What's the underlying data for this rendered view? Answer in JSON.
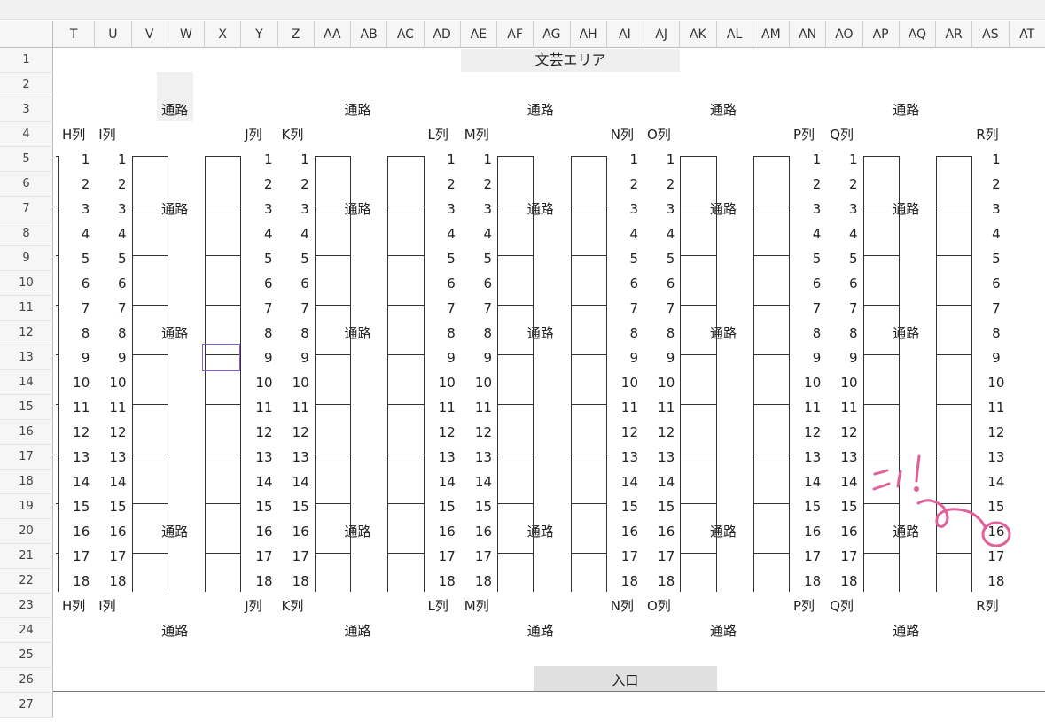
{
  "columns": [
    "T",
    "U",
    "V",
    "W",
    "X",
    "Y",
    "Z",
    "AA",
    "AB",
    "AC",
    "AD",
    "AE",
    "AF",
    "AG",
    "AH",
    "AI",
    "AJ",
    "AK",
    "AL",
    "AM",
    "AN",
    "AO",
    "AP",
    "AQ",
    "AR",
    "AS",
    "AT"
  ],
  "rows": [
    "1",
    "2",
    "3",
    "4",
    "5",
    "6",
    "7",
    "8",
    "9",
    "10",
    "11",
    "12",
    "13",
    "14",
    "15",
    "16",
    "17",
    "18",
    "19",
    "20",
    "21",
    "22",
    "23",
    "24",
    "25",
    "26",
    "27"
  ],
  "banner_top": "文芸エリア",
  "banner_bottom": "入口",
  "aisle_label": "通路",
  "row_labels": [
    "H列",
    "I列",
    "J列",
    "K列",
    "L列",
    "M列",
    "N列",
    "O列",
    "P列",
    "Q列",
    "R列"
  ],
  "seat_numbers": [
    "1",
    "2",
    "3",
    "4",
    "5",
    "6",
    "7",
    "8",
    "9",
    "10",
    "11",
    "12",
    "13",
    "14",
    "15",
    "16",
    "17",
    "18"
  ],
  "colors": {
    "ink": "#e0609a",
    "selection": "#8a5cd0",
    "banner": "#efefef",
    "header": "#f6f6f6"
  }
}
